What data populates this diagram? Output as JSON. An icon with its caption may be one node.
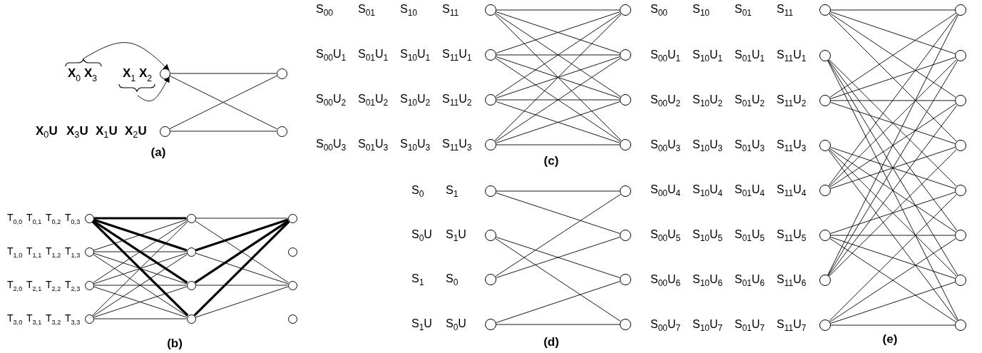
{
  "diagram": {
    "nodes": [
      {
        "text": [
          "X$_{0}$ X$_{3}$"
        ]
      },
      {
        "text": [
          "X$_{1}$ X$_{2}$"
        ]
      },
      {
        "text": [],
        "shape": "circle"
      },
      {
        "text": [],
        "shape": "circle"
      },
      {
        "text": [],
        "shape": "circle",
        "beside": [
          "X$_{0}$U",
          "X$_{3}$U",
          "X$_{1}$U",
          "X$_{2}$U"
        ]
      },
      {
        "text": [],
        "shape": "circle"
      },
      {
        "text": [],
        "shape": "circle",
        "beside": [
          "T$_{0,0}$",
          "T$_{0,1}$",
          "T$_{0,2}$",
          "T$_{0,3}$"
        ]
      },
      {
        "text": [],
        "shape": "circle",
        "beside": [
          "T$_{1,0}$",
          "T$_{1,1}$",
          "T$_{1,2}$",
          "T$_{1,3}$"
        ]
      },
      {
        "text": [],
        "shape": "circle",
        "beside": [
          "T$_{2,0}$",
          "T$_{2,1}$",
          "T$_{2,2}$",
          "T$_{2,3}$"
        ]
      },
      {
        "text": [],
        "shape": "circle",
        "beside": [
          "T$_{3,0}$",
          "T$_{3,1}$",
          "T$_{3,2}$",
          "T$_{3,3}$"
        ]
      },
      {
        "text": [],
        "shape": "circle"
      },
      {
        "text": [],
        "shape": "circle"
      },
      {
        "text": [],
        "shape": "circle"
      },
      {
        "text": [],
        "shape": "circle"
      },
      {
        "text": [],
        "shape": "circle"
      },
      {
        "text": [],
        "shape": "circle"
      },
      {
        "text": [],
        "shape": "circle"
      },
      {
        "text": [],
        "shape": "circle"
      },
      {
        "text": [],
        "shape": "circle",
        "beside": [
          "S$_{00}$",
          "S$_{01}$",
          "S$_{10}$",
          "S$_{11}$"
        ]
      },
      {
        "text": [],
        "shape": "circle",
        "beside": [
          "S$_{00}$U$_{1}$",
          "S$_{01}$U$_{1}$",
          "S$_{10}$U$_{1}$",
          "S$_{11}$U$_{1}$"
        ]
      },
      {
        "text": [],
        "shape": "circle",
        "beside": [
          "S$_{00}$U$_{2}$",
          "S$_{01}$U$_{2}$",
          "S$_{10}$U$_{2}$",
          "S$_{11}$U$_{2}$"
        ]
      },
      {
        "text": [],
        "shape": "circle",
        "beside": [
          "S$_{00}$U$_{3}$",
          "S$_{01}$U$_{3}$",
          "S$_{10}$U$_{3}$",
          "S$_{11}$U$_{3}$"
        ]
      },
      {
        "text": [],
        "shape": "circle"
      },
      {
        "text": [],
        "shape": "circle"
      },
      {
        "text": [],
        "shape": "circle"
      },
      {
        "text": [],
        "shape": "circle"
      },
      {
        "text": [],
        "shape": "circle",
        "beside": [
          "S$_{0}$",
          "S$_{1}$"
        ]
      },
      {
        "text": [],
        "shape": "circle",
        "beside": [
          "S$_{0}$U",
          "S$_{1}$U"
        ]
      },
      {
        "text": [],
        "shape": "circle",
        "beside": [
          "S$_{1}$",
          "S$_{0}$"
        ]
      },
      {
        "text": [],
        "shape": "circle",
        "beside": [
          "S$_{1}$U",
          "S$_{0}$U"
        ]
      },
      {
        "text": [],
        "shape": "circle"
      },
      {
        "text": [],
        "shape": "circle"
      },
      {
        "text": [],
        "shape": "circle"
      },
      {
        "text": [],
        "shape": "circle"
      },
      {
        "text": [],
        "shape": "circle",
        "beside": [
          "S$_{00}$",
          "S$_{10}$",
          "S$_{01}$",
          "S$_{11}$"
        ]
      },
      {
        "text": [],
        "shape": "circle",
        "beside": [
          "S$_{00}$U$_{1}$",
          "S$_{10}$U$_{1}$",
          "S$_{01}$U$_{1}$",
          "S$_{11}$U$_{1}$"
        ]
      },
      {
        "text": [],
        "shape": "circle",
        "beside": [
          "S$_{00}$U$_{2}$",
          "S$_{10}$U$_{2}$",
          "S$_{01}$U$_{2}$",
          "S$_{11}$U$_{2}$"
        ]
      },
      {
        "text": [],
        "shape": "circle",
        "beside": [
          "S$_{00}$U$_{3}$",
          "S$_{10}$U$_{3}$",
          "S$_{01}$U$_{3}$",
          "S$_{11}$U$_{3}$"
        ]
      },
      {
        "text": [],
        "shape": "circle",
        "beside": [
          "S$_{00}$U$_{4}$",
          "S$_{10}$U$_{4}$",
          "S$_{01}$U$_{4}$",
          "S$_{11}$U$_{4}$"
        ]
      },
      {
        "text": [],
        "shape": "circle",
        "beside": [
          "S$_{00}$U$_{5}$",
          "S$_{10}$U$_{5}$",
          "S$_{01}$U$_{5}$",
          "S$_{11}$U$_{5}$"
        ]
      },
      {
        "text": [],
        "shape": "circle",
        "beside": [
          "S$_{00}$U$_{6}$",
          "S$_{10}$U$_{6}$",
          "S$_{01}$U$_{6}$",
          "S$_{11}$U$_{6}$"
        ]
      },
      {
        "text": [],
        "shape": "circle",
        "beside": [
          "S$_{00}$U$_{7}$",
          "S$_{10}$U$_{7}$",
          "S$_{01}$U$_{7}$",
          "S$_{11}$U$_{7}$"
        ]
      },
      {
        "text": [],
        "shape": "circle"
      },
      {
        "text": [],
        "shape": "circle"
      },
      {
        "text": [],
        "shape": "circle"
      },
      {
        "text": [],
        "shape": "circle"
      },
      {
        "text": [],
        "shape": "circle"
      },
      {
        "text": [],
        "shape": "circle"
      },
      {
        "text": [],
        "shape": "circle"
      },
      {
        "text": [],
        "shape": "circle"
      }
    ],
    "edges": [
      {
        "from": 0,
        "to": 2,
        "arrow": "to"
      },
      {
        "from": 1,
        "to": 2,
        "arrow": "to"
      },
      {
        "from": 2,
        "to": 3,
        "arrow": "none"
      },
      {
        "from": 2,
        "to": 5,
        "arrow": "none"
      },
      {
        "from": 4,
        "to": 3,
        "arrow": "none"
      },
      {
        "from": 4,
        "to": 5,
        "arrow": "none"
      },
      {
        "from": 6,
        "to": 10,
        "arrow": "none",
        "style": "thick"
      },
      {
        "from": 6,
        "to": 11,
        "arrow": "none",
        "style": "thick"
      },
      {
        "from": 6,
        "to": 12,
        "arrow": "none",
        "style": "thick"
      },
      {
        "from": 6,
        "to": 13,
        "arrow": "none",
        "style": "thick"
      },
      {
        "from": 7,
        "to": 10,
        "arrow": "none"
      },
      {
        "from": 7,
        "to": 11,
        "arrow": "none"
      },
      {
        "from": 7,
        "to": 12,
        "arrow": "none"
      },
      {
        "from": 7,
        "to": 13,
        "arrow": "none"
      },
      {
        "from": 8,
        "to": 10,
        "arrow": "none"
      },
      {
        "from": 8,
        "to": 11,
        "arrow": "none"
      },
      {
        "from": 8,
        "to": 12,
        "arrow": "none"
      },
      {
        "from": 8,
        "to": 13,
        "arrow": "none"
      },
      {
        "from": 9,
        "to": 10,
        "arrow": "none"
      },
      {
        "from": 9,
        "to": 11,
        "arrow": "none"
      },
      {
        "from": 9,
        "to": 12,
        "arrow": "none"
      },
      {
        "from": 9,
        "to": 13,
        "arrow": "none"
      },
      {
        "from": 10,
        "to": 14,
        "arrow": "none"
      },
      {
        "from": 10,
        "to": 16,
        "arrow": "none"
      },
      {
        "from": 11,
        "to": 14,
        "arrow": "none",
        "style": "thick"
      },
      {
        "from": 11,
        "to": 16,
        "arrow": "none"
      },
      {
        "from": 12,
        "to": 14,
        "arrow": "none",
        "style": "thick"
      },
      {
        "from": 12,
        "to": 16,
        "arrow": "none"
      },
      {
        "from": 13,
        "to": 14,
        "arrow": "none",
        "style": "thick"
      },
      {
        "from": 13,
        "to": 16,
        "arrow": "none"
      },
      {
        "from": 18,
        "to": 22,
        "arrow": "none"
      },
      {
        "from": 18,
        "to": 23,
        "arrow": "none"
      },
      {
        "from": 18,
        "to": 24,
        "arrow": "none"
      },
      {
        "from": 18,
        "to": 25,
        "arrow": "none"
      },
      {
        "from": 19,
        "to": 22,
        "arrow": "none"
      },
      {
        "from": 19,
        "to": 23,
        "arrow": "none"
      },
      {
        "from": 19,
        "to": 24,
        "arrow": "none"
      },
      {
        "from": 19,
        "to": 25,
        "arrow": "none"
      },
      {
        "from": 20,
        "to": 22,
        "arrow": "none"
      },
      {
        "from": 20,
        "to": 23,
        "arrow": "none"
      },
      {
        "from": 20,
        "to": 24,
        "arrow": "none"
      },
      {
        "from": 20,
        "to": 25,
        "arrow": "none"
      },
      {
        "from": 21,
        "to": 22,
        "arrow": "none"
      },
      {
        "from": 21,
        "to": 23,
        "arrow": "none"
      },
      {
        "from": 21,
        "to": 24,
        "arrow": "none"
      },
      {
        "from": 21,
        "to": 25,
        "arrow": "none"
      },
      {
        "from": 26,
        "to": 30,
        "arrow": "none"
      },
      {
        "from": 26,
        "to": 31,
        "arrow": "none"
      },
      {
        "from": 27,
        "to": 32,
        "arrow": "none"
      },
      {
        "from": 27,
        "to": 33,
        "arrow": "none"
      },
      {
        "from": 28,
        "to": 30,
        "arrow": "none"
      },
      {
        "from": 28,
        "to": 31,
        "arrow": "none"
      },
      {
        "from": 29,
        "to": 32,
        "arrow": "none"
      },
      {
        "from": 29,
        "to": 33,
        "arrow": "none"
      },
      {
        "from": 34,
        "to": 42,
        "arrow": "none"
      },
      {
        "from": 34,
        "to": 43,
        "arrow": "none"
      },
      {
        "from": 34,
        "to": 44,
        "arrow": "none"
      },
      {
        "from": 34,
        "to": 45,
        "arrow": "none"
      },
      {
        "from": 35,
        "to": 46,
        "arrow": "none"
      },
      {
        "from": 35,
        "to": 47,
        "arrow": "none"
      },
      {
        "from": 35,
        "to": 48,
        "arrow": "none"
      },
      {
        "from": 35,
        "to": 49,
        "arrow": "none"
      },
      {
        "from": 36,
        "to": 42,
        "arrow": "none"
      },
      {
        "from": 36,
        "to": 43,
        "arrow": "none"
      },
      {
        "from": 36,
        "to": 44,
        "arrow": "none"
      },
      {
        "from": 36,
        "to": 45,
        "arrow": "none"
      },
      {
        "from": 37,
        "to": 46,
        "arrow": "none"
      },
      {
        "from": 37,
        "to": 47,
        "arrow": "none"
      },
      {
        "from": 37,
        "to": 48,
        "arrow": "none"
      },
      {
        "from": 37,
        "to": 49,
        "arrow": "none"
      },
      {
        "from": 38,
        "to": 42,
        "arrow": "none"
      },
      {
        "from": 38,
        "to": 43,
        "arrow": "none"
      },
      {
        "from": 38,
        "to": 44,
        "arrow": "none"
      },
      {
        "from": 38,
        "to": 45,
        "arrow": "none"
      },
      {
        "from": 39,
        "to": 46,
        "arrow": "none"
      },
      {
        "from": 39,
        "to": 47,
        "arrow": "none"
      },
      {
        "from": 39,
        "to": 48,
        "arrow": "none"
      },
      {
        "from": 39,
        "to": 49,
        "arrow": "none"
      },
      {
        "from": 40,
        "to": 42,
        "arrow": "none"
      },
      {
        "from": 40,
        "to": 43,
        "arrow": "none"
      },
      {
        "from": 40,
        "to": 44,
        "arrow": "none"
      },
      {
        "from": 40,
        "to": 45,
        "arrow": "none"
      },
      {
        "from": 41,
        "to": 46,
        "arrow": "none"
      },
      {
        "from": 41,
        "to": 47,
        "arrow": "none"
      },
      {
        "from": 41,
        "to": 48,
        "arrow": "none"
      },
      {
        "from": 41,
        "to": 49,
        "arrow": "none"
      }
    ],
    "labels": [
      "(a)",
      "(b)",
      "(c)",
      "(d)",
      "(e)"
    ]
  }
}
